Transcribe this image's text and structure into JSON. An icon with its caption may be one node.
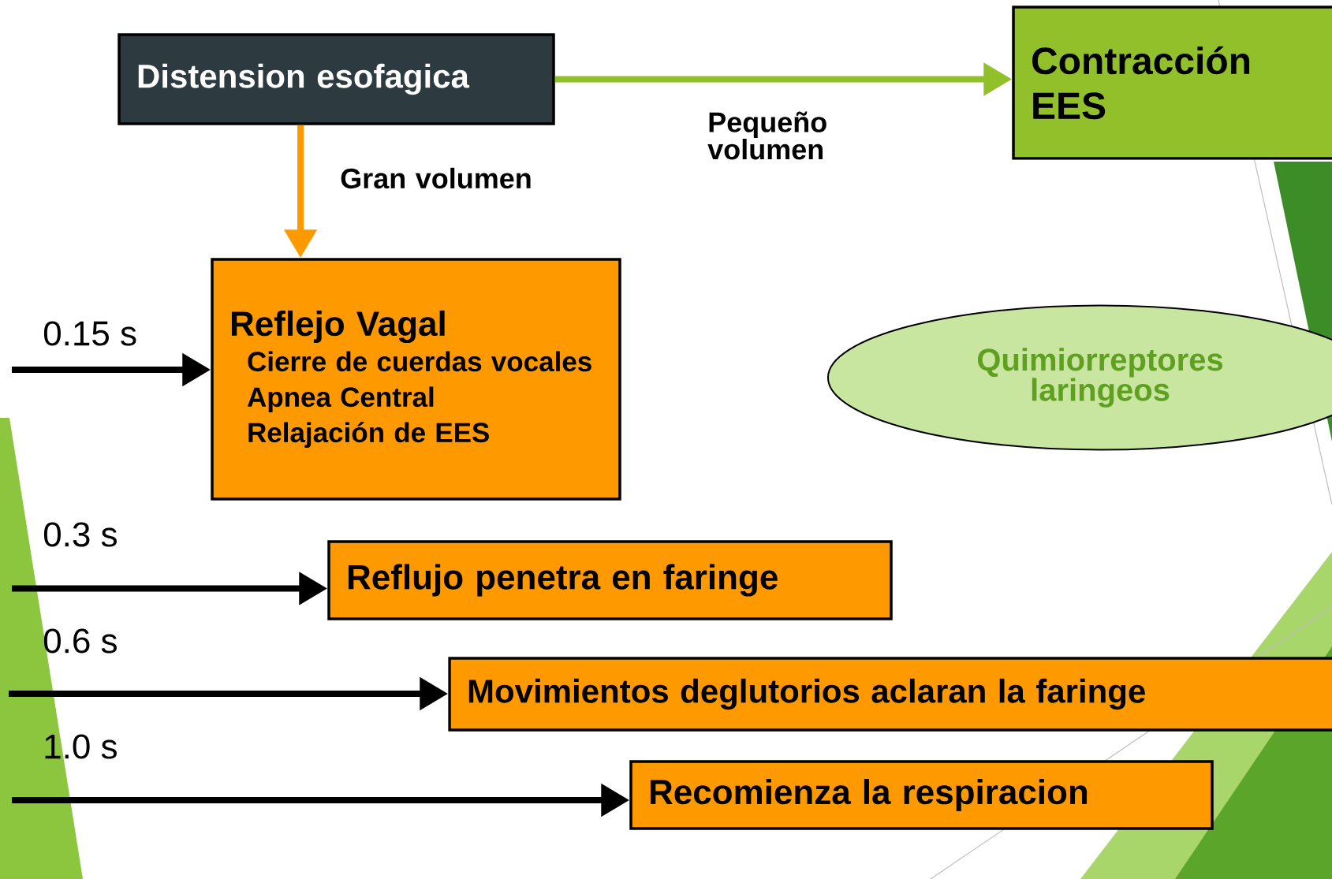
{
  "diagram": {
    "nodes": [
      {
        "text": [
          "Distension esofagica"
        ]
      },
      {
        "text": [
          "Contracción EES"
        ]
      },
      {
        "text": [
          "Reflejo Vagal",
          "Cierre de cuerdas vocales",
          "Apnea Central",
          "Relajación de EES"
        ]
      },
      {
        "text": [
          "Quimiorreptores laringeos"
        ]
      },
      {
        "text": [
          "Reflujo penetra en faringe"
        ]
      },
      {
        "text": [
          "Movimientos deglutorios aclaran la faringe"
        ]
      },
      {
        "text": [
          "Recomienza la respiracion"
        ]
      }
    ],
    "edges": [
      {
        "from": 0,
        "to": 1,
        "arrow": "to",
        "label": "Pequeño volumen",
        "color": "#92c02a"
      },
      {
        "from": 0,
        "to": 2,
        "arrow": "to",
        "label": "Gran volumen",
        "color": "#ff9900"
      },
      {
        "from": null,
        "to": 2,
        "arrow": "to",
        "label": "0.15 s"
      },
      {
        "from": null,
        "to": 4,
        "arrow": "to",
        "label": "0.3 s"
      },
      {
        "from": null,
        "to": 5,
        "arrow": "to",
        "label": "0.6 s"
      },
      {
        "from": null,
        "to": 6,
        "arrow": "to",
        "label": "1.0 s"
      }
    ]
  }
}
